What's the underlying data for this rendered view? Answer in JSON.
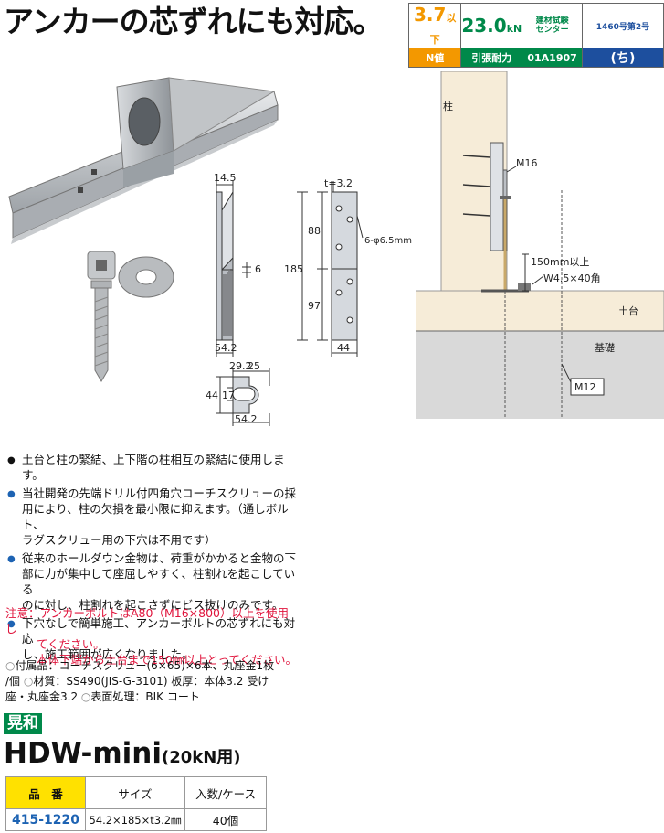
{
  "title": "アンカーの芯ずれにも対応。",
  "spec": {
    "n_value": "3.7",
    "n_suffix": "以下",
    "n_label": "N値",
    "tension_value": "23.0",
    "tension_unit": "kN",
    "tension_label": "引張耐力",
    "center_line1": "建材試験",
    "center_line2": "センター",
    "center_code": "01A1907",
    "notice": "1460号第2号",
    "notice_mark": "(ち)"
  },
  "drawing": {
    "dim_14_5": "14.5",
    "dim_t": "t=3.2",
    "dim_88": "88",
    "dim_185": "185",
    "dim_97": "97",
    "dim_6": "6",
    "dim_holes": "6-φ6.5mm",
    "dim_54_2a": "54.2",
    "dim_44": "44",
    "dim_29_2": "29.2",
    "dim_25": "25",
    "dim_44b": "44",
    "dim_17": "17",
    "dim_54_2b": "54.2"
  },
  "install": {
    "column": "柱",
    "m16": "M16",
    "height": "150mm以上",
    "washer": "W4.5×40角",
    "sill": "土台",
    "foundation": "基礎",
    "m12": "M12"
  },
  "bullets": [
    {
      "line1": "土台と柱の緊結、上下階の柱相互の緊結に使用します。"
    },
    {
      "line1": "当社開発の先端ドリル付四角穴コーチスクリューの採",
      "line2": "用により、柱の欠損を最小限に抑えます。（通しボルト、",
      "line3": "ラグスクリュー用の下穴は不用です）"
    },
    {
      "line1": "従来のホールダウン金物は、荷重がかかると金物の下",
      "line2": "部に力が集中して座屈しやすく、柱割れを起こしている",
      "line3": "のに対し、柱割れを起こさずにビス抜けのみです。"
    },
    {
      "line1": "下穴なしで簡単施工、アンカーボルトの芯ずれにも対応",
      "line2": "し、施工範囲が広くなりました。"
    }
  ],
  "note": {
    "line1": "注意：アンカーボルトはA80（M16×800）以上を使用し",
    "line2": "てください。",
    "line3": "本体下端から土台まで150㎜以上とってください。"
  },
  "accessories": {
    "line1": "付属品：コーチスクリュー(6×65)×6本、丸座金1枚",
    "line2a": "/個",
    "line2b": "材質：SS490(JIS-G-3101) 板厚：本体3.2 受け",
    "line3a": "座・丸座金3.2",
    "line3b": "表面処理：BIK コート"
  },
  "brand": "晃和",
  "model": "HDW-mini",
  "model_sub": "(20kN用)",
  "table": {
    "headers": [
      "品　番",
      "サイズ",
      "入数/ケース"
    ],
    "rows": [
      [
        "415-1220",
        "54.2×185×t3.2㎜",
        "40個"
      ]
    ]
  },
  "colors": {
    "orange": "#f39800",
    "green": "#00894a",
    "blue": "#1d4f9e",
    "yellow": "#ffe100",
    "red": "#e0143c"
  }
}
